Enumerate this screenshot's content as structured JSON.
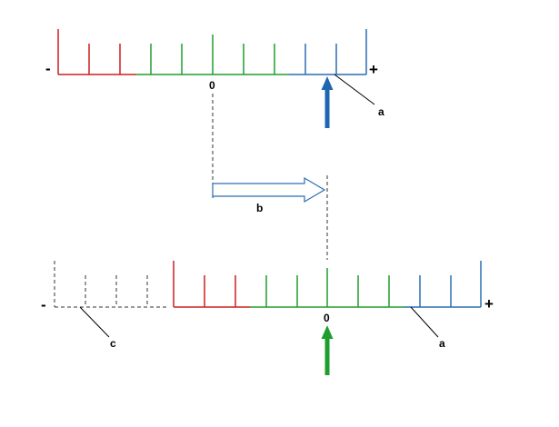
{
  "colors": {
    "negative": "#cc1f1f",
    "zero_region": "#1f9e2d",
    "positive": "#2a6db3",
    "guide": "#333333",
    "ink": "#000000"
  },
  "top_scale": {
    "minus_label": "-",
    "plus_label": "+",
    "zero_label": "0",
    "pointer_label": "a",
    "arrow_color": "#1f66b0"
  },
  "shift": {
    "label": "b"
  },
  "bottom_scale": {
    "minus_label": "-",
    "plus_label": "+",
    "zero_label": "0",
    "pointer_label_a": "a",
    "pointer_label_c": "c",
    "arrow_color": "#1f9e2d"
  }
}
